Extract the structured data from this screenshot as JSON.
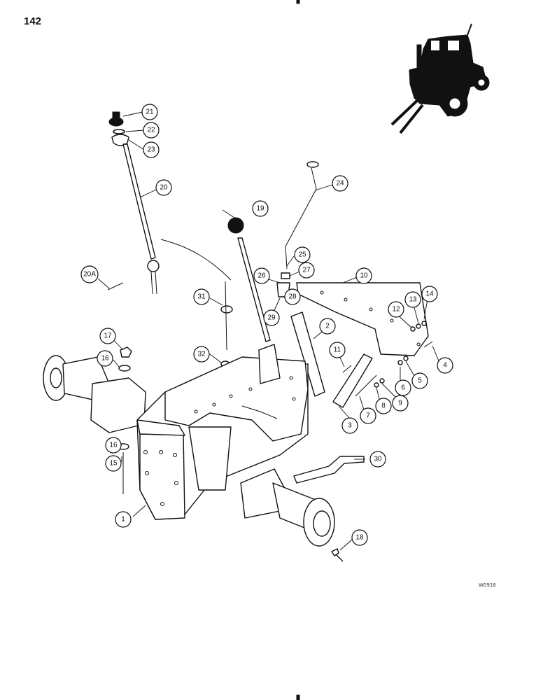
{
  "page": {
    "number": "142",
    "figure_code": "W0918"
  },
  "callouts": [
    {
      "id": "c1",
      "label": "1"
    },
    {
      "id": "c2",
      "label": "2"
    },
    {
      "id": "c3",
      "label": "3"
    },
    {
      "id": "c4",
      "label": "4"
    },
    {
      "id": "c5",
      "label": "5"
    },
    {
      "id": "c6",
      "label": "6"
    },
    {
      "id": "c7",
      "label": "7"
    },
    {
      "id": "c8",
      "label": "8"
    },
    {
      "id": "c9",
      "label": "9"
    },
    {
      "id": "c10",
      "label": "10"
    },
    {
      "id": "c11",
      "label": "11"
    },
    {
      "id": "c12",
      "label": "12"
    },
    {
      "id": "c13",
      "label": "13"
    },
    {
      "id": "c14",
      "label": "14"
    },
    {
      "id": "c15",
      "label": "15"
    },
    {
      "id": "c16a",
      "label": "16"
    },
    {
      "id": "c16b",
      "label": "16"
    },
    {
      "id": "c17",
      "label": "17"
    },
    {
      "id": "c18",
      "label": "18"
    },
    {
      "id": "c19",
      "label": "19"
    },
    {
      "id": "c20",
      "label": "20"
    },
    {
      "id": "c20A",
      "label": "20A"
    },
    {
      "id": "c21",
      "label": "21"
    },
    {
      "id": "c22",
      "label": "22"
    },
    {
      "id": "c23",
      "label": "23"
    },
    {
      "id": "c24",
      "label": "24"
    },
    {
      "id": "c25",
      "label": "25"
    },
    {
      "id": "c26",
      "label": "26"
    },
    {
      "id": "c27",
      "label": "27"
    },
    {
      "id": "c28",
      "label": "28"
    },
    {
      "id": "c29",
      "label": "29"
    },
    {
      "id": "c30",
      "label": "30"
    },
    {
      "id": "c31",
      "label": "31"
    },
    {
      "id": "c32",
      "label": "32"
    }
  ]
}
